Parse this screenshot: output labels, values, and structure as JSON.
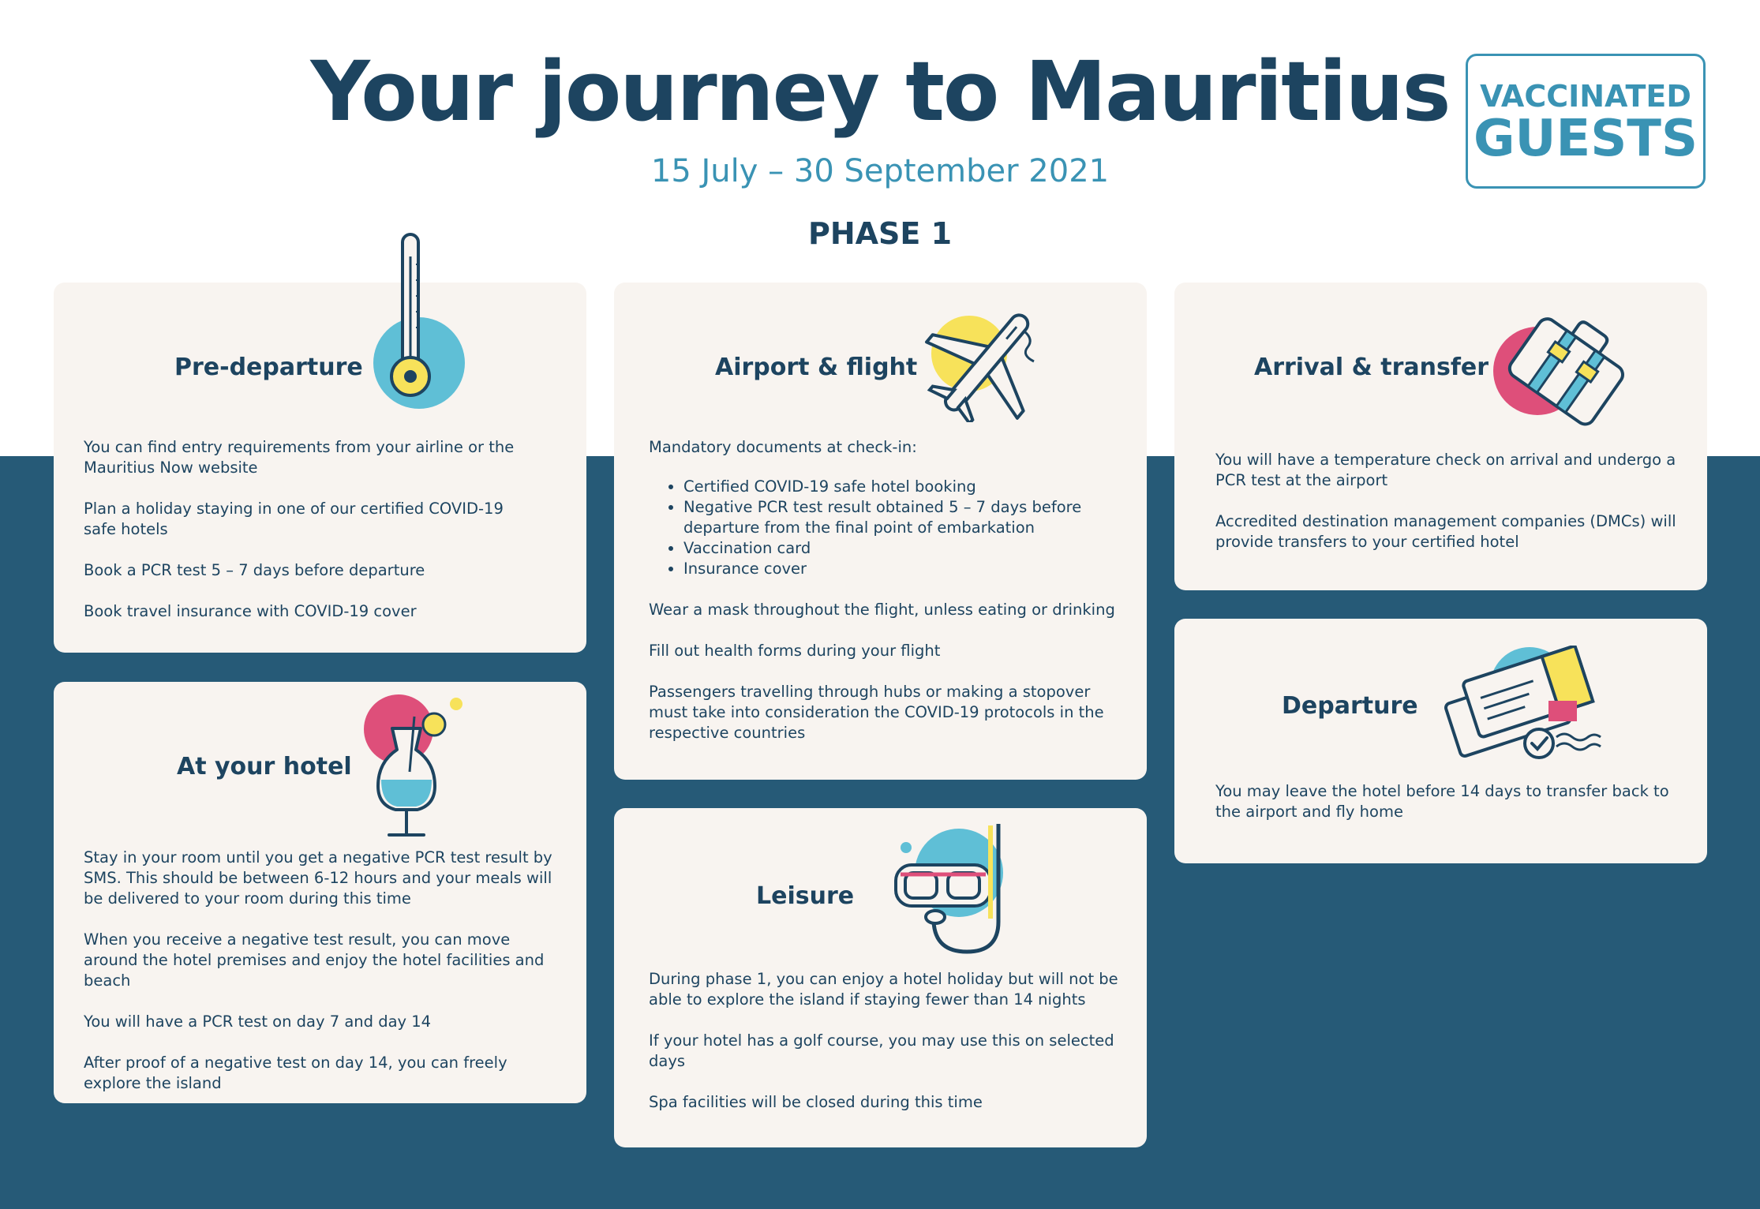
{
  "header": {
    "title": "Your journey to Mauritius",
    "dates": "15 July – 30 September 2021",
    "phase": "PHASE 1",
    "badge_line1": "VACCINATED",
    "badge_line2": "GUESTS"
  },
  "colors": {
    "navy": "#1d4460",
    "band": "#265a77",
    "teal": "#3a93b4",
    "card": "#f8f4f0",
    "accent_pink": "#de4f7a",
    "accent_yellow": "#f7e25a",
    "accent_blue": "#5fbfd6"
  },
  "cards": {
    "pre_departure": {
      "title": "Pre-departure",
      "icon": "thermometer-icon",
      "paragraphs": [
        "You can find entry requirements from your airline or the Mauritius Now website",
        "Plan a holiday staying in one of our certified COVID-19 safe hotels",
        "Book a PCR test 5 – 7 days before departure",
        "Book travel insurance with COVID-19 cover"
      ]
    },
    "airport_flight": {
      "title": "Airport & flight",
      "icon": "airplane-icon",
      "intro": "Mandatory documents at check-in:",
      "bullets": [
        "Certified COVID-19 safe hotel booking",
        "Negative PCR test result obtained 5 – 7 days before departure from the final point of embarkation",
        "Vaccination card",
        "Insurance cover"
      ],
      "paragraphs": [
        "Wear a mask throughout the flight, unless eating or drinking",
        "Fill out health forms during your flight",
        "Passengers travelling through hubs or making a stopover must take into consideration the COVID-19 protocols in the respective countries"
      ]
    },
    "arrival_transfer": {
      "title": "Arrival & transfer",
      "icon": "suitcase-icon",
      "paragraphs": [
        "You will have a temperature check on arrival and undergo a PCR test at the airport",
        "Accredited destination management companies (DMCs) will provide transfers to your certified hotel"
      ]
    },
    "at_your_hotel": {
      "title": "At your hotel",
      "icon": "cocktail-icon",
      "paragraphs": [
        "Stay in your room until you get a negative PCR test result by SMS. This should be between 6-12 hours and your meals will be delivered to your room during this time",
        "When you receive a negative test result, you can move around the hotel premises and enjoy the hotel facilities and beach",
        "You will have a PCR test on day 7 and day 14",
        "After proof of a negative test on day 14, you can freely explore the island"
      ]
    },
    "leisure": {
      "title": "Leisure",
      "icon": "snorkel-mask-icon",
      "paragraphs": [
        "During phase 1, you can enjoy a hotel holiday but will not be able to explore the island if staying fewer than 14 nights",
        "If your hotel has a golf course, you may use this on selected days",
        "Spa facilities will be closed during this time"
      ]
    },
    "departure": {
      "title": "Departure",
      "icon": "boarding-pass-icon",
      "paragraphs": [
        "You may leave the hotel before 14 days to transfer back to the airport and fly home"
      ]
    }
  }
}
